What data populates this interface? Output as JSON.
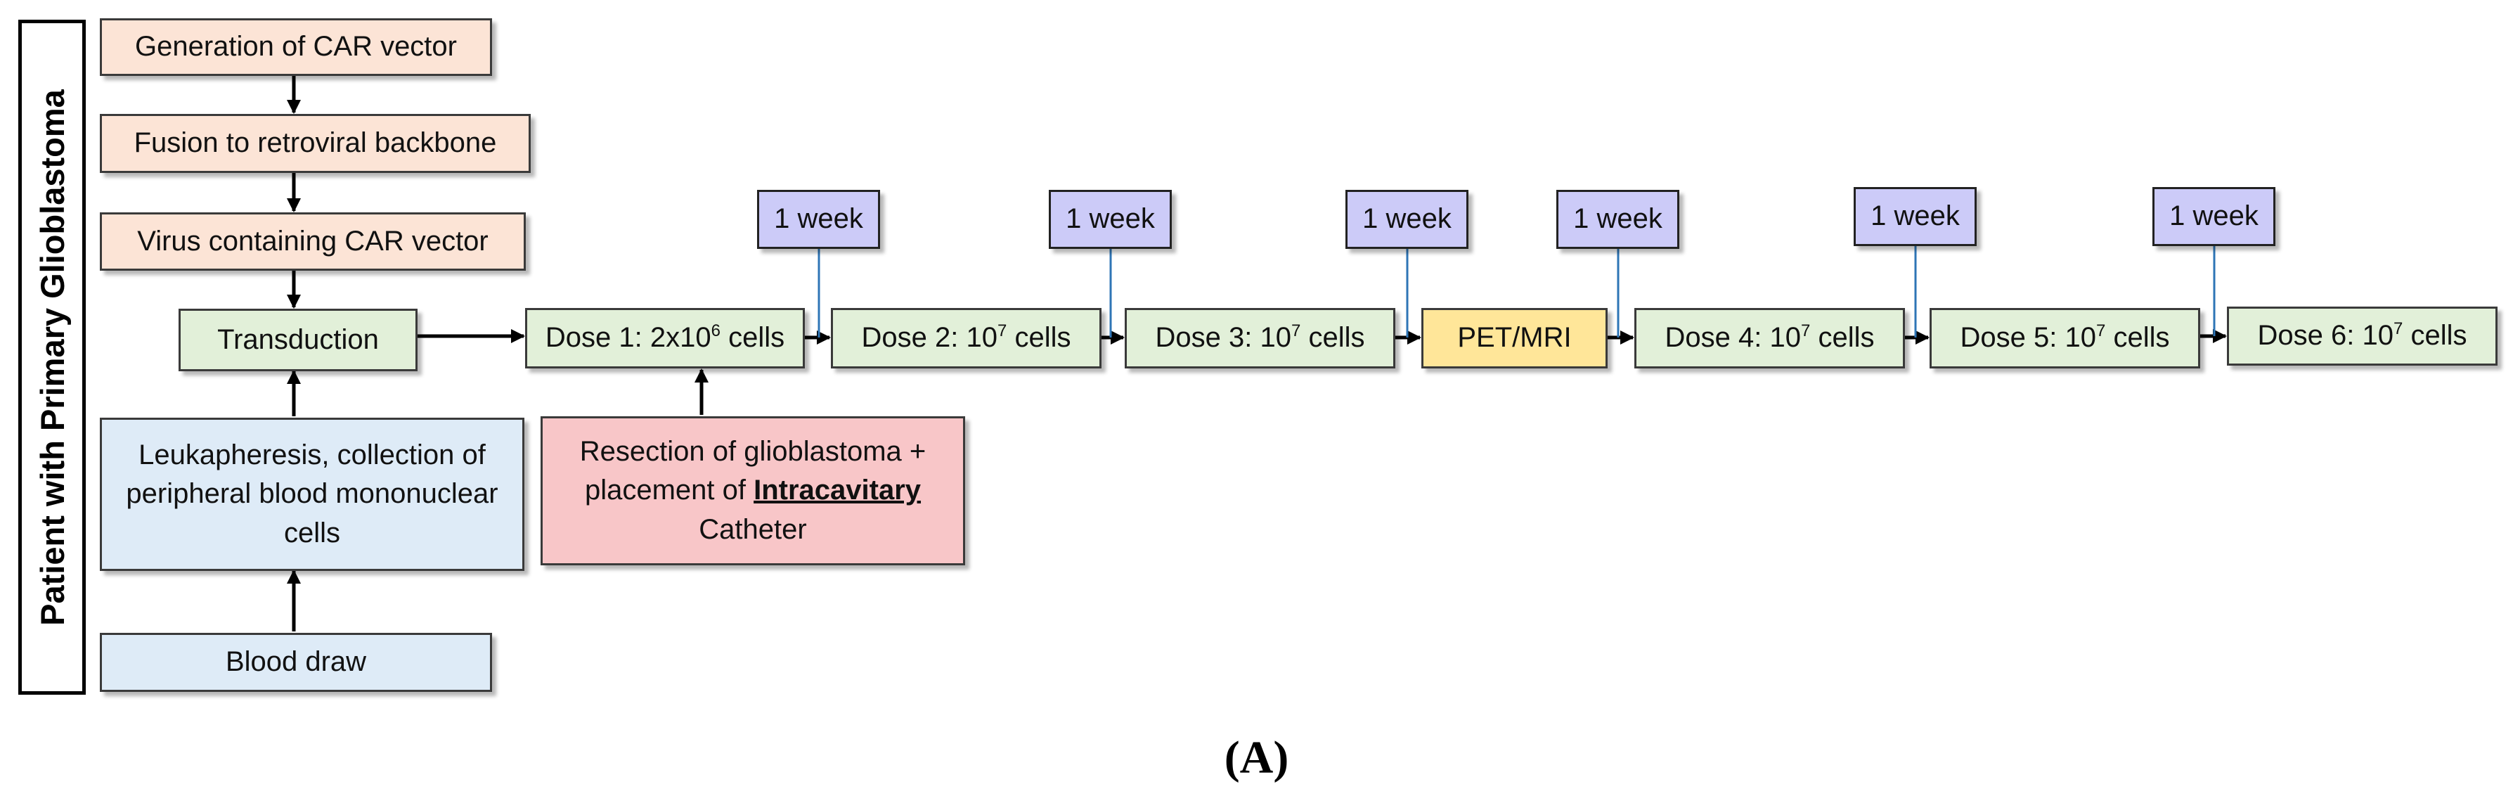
{
  "side_label": "Patient with Primary Glioblastoma",
  "prep": {
    "step1": "Generation of CAR vector",
    "step2": "Fusion to retroviral backbone",
    "step3": "Virus containing CAR vector",
    "transduction": "Transduction",
    "leukapheresis": "Leukapheresis, collection of peripheral blood mononuclear cells",
    "blood_draw": "Blood draw"
  },
  "resection": {
    "line1": "Resection of glioblastoma +",
    "line2_pre": "placement of ",
    "line2_bold": "Intracavitary",
    "line3": "Catheter"
  },
  "doses": [
    {
      "pre": "Dose 1: 2x10",
      "exp": "6",
      "post": " cells"
    },
    {
      "pre": "Dose 2: 10",
      "exp": "7",
      "post": " cells"
    },
    {
      "pre": "Dose 3: 10",
      "exp": "7",
      "post": " cells"
    },
    {
      "pre": "Dose 4: 10",
      "exp": "7",
      "post": " cells"
    },
    {
      "pre": "Dose 5: 10",
      "exp": "7",
      "post": " cells"
    },
    {
      "pre": "Dose 6: 10",
      "exp": "7",
      "post": " cells"
    }
  ],
  "imaging": "PET/MRI",
  "intervals": [
    "1 week",
    "1 week",
    "1 week",
    "1 week",
    "1 week",
    "1 week"
  ],
  "caption": "(A)",
  "colors": {
    "prep_orange": "#fce4d6",
    "process_green": "#e2f0d9",
    "patient_blue": "#deebf7",
    "surgery_pink": "#f8c6c8",
    "interval_purple": "#cccbf8",
    "imaging_yellow": "#ffe699",
    "interval_line": "#2e75b6"
  }
}
